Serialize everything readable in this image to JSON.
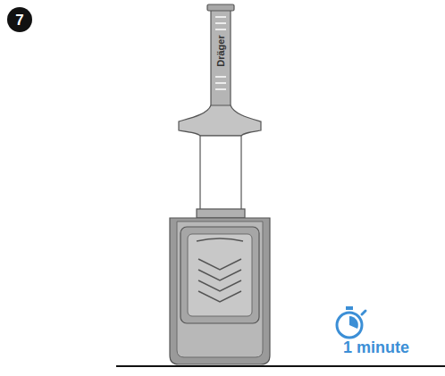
{
  "diagram": {
    "labels": [
      "7",
      "Dräger",
      "1 minute"
    ]
  }
}
